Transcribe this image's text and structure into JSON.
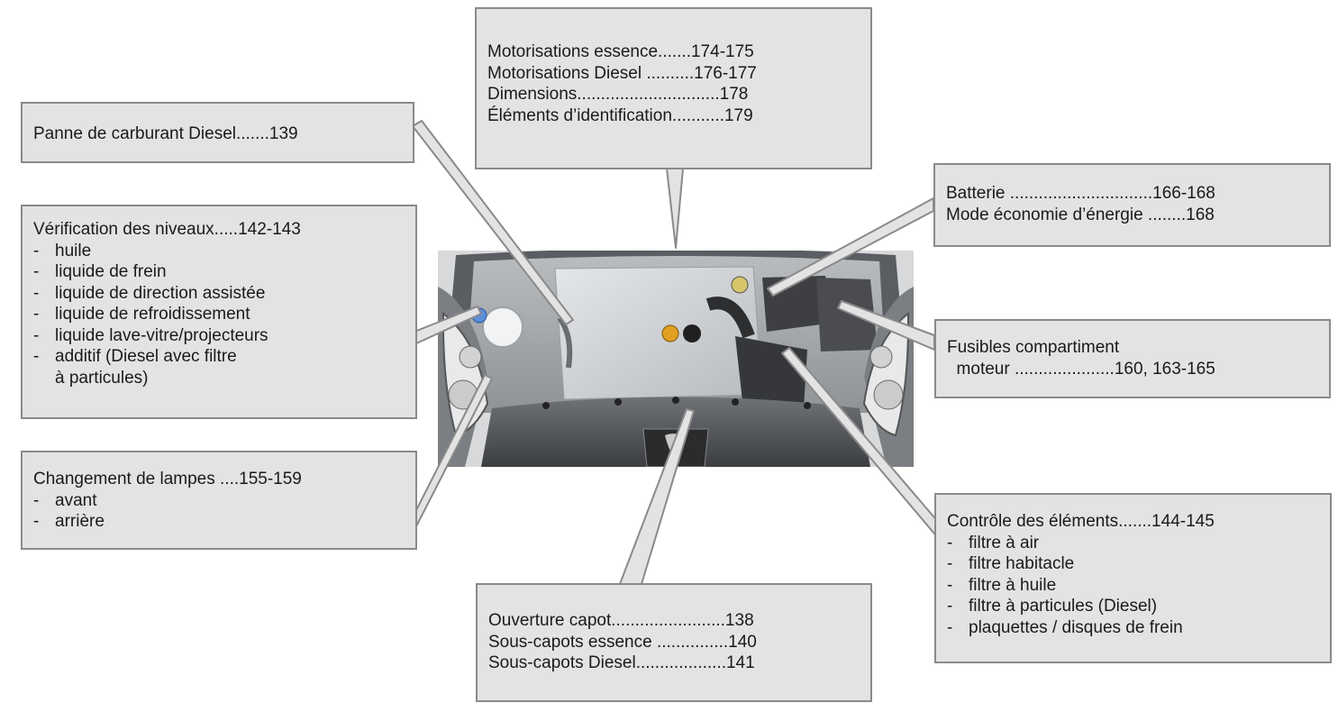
{
  "colors": {
    "box_fill": "#e3e3e3",
    "box_border": "#8a8a8a",
    "text": "#1a1a1a"
  },
  "photo": {
    "alt": "engine-bay-photo"
  },
  "callouts": {
    "engines": {
      "lines": [
        "Motorisations essence.......174-175",
        "Motorisations Diesel ..........176-177",
        "Dimensions..............................178",
        "Éléments d’identification...........179"
      ]
    },
    "fuel": {
      "lines": [
        "Panne de carburant Diesel.......139"
      ]
    },
    "battery": {
      "lines": [
        "Batterie ..............................166-168",
        "Mode économie d’énergie ........168"
      ]
    },
    "levels": {
      "title": "Vérification des niveaux.....142-143",
      "items": [
        "huile",
        "liquide de frein",
        "liquide de direction assistée",
        "liquide de refroidissement",
        "liquide lave-vitre/projecteurs",
        "additif (Diesel avec filtre"
      ],
      "continuation": "à particules)"
    },
    "fuses": {
      "lines": [
        "Fusibles compartiment",
        "  moteur .....................160, 163-165"
      ]
    },
    "lamps": {
      "title": "Changement de lampes ....155-159",
      "items": [
        "avant",
        "arrière"
      ]
    },
    "checks": {
      "title": "Contrôle des éléments.......144-145",
      "items": [
        "filtre à air",
        "filtre habitacle",
        "filtre à huile",
        "filtre à particules (Diesel)",
        "plaquettes / disques de frein"
      ]
    },
    "bonnet": {
      "lines": [
        "Ouverture capot........................138",
        "Sous-capots essence ...............140",
        "Sous-capots Diesel...................141"
      ]
    }
  }
}
